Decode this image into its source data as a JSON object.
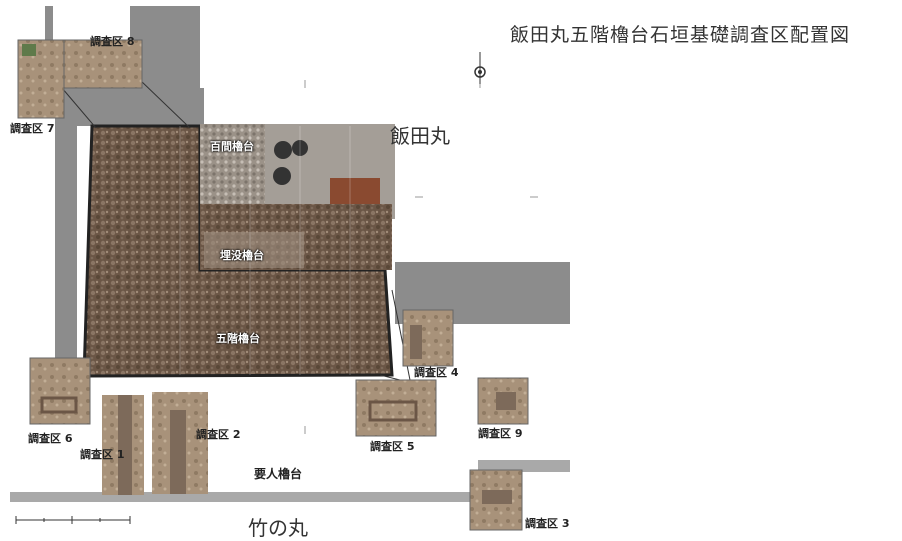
{
  "title": "飯田丸五階櫓台石垣基礎調査区配置図",
  "areas": {
    "iida_maru": "飯田丸",
    "take_no_maru": "竹の丸"
  },
  "turrets": {
    "hyakken": "百間櫓台",
    "maibotsu": "埋没櫓台",
    "gokai": "五階櫓台",
    "yojin": "要人櫓台"
  },
  "survey_areas": {
    "a1": "調査区 1",
    "a2": "調査区 2",
    "a3": "調査区 3",
    "a4": "調査区 4",
    "a5": "調査区 5",
    "a6": "調査区 6",
    "a7": "調査区 7",
    "a8": "調査区 8",
    "a9": "調査区 9"
  },
  "colors": {
    "wall_gray": "#8c8c8c",
    "stone_brown": "#6e5a48",
    "photo_tan": "#b09a80"
  },
  "icons": [
    "north-arrow-icon",
    "scale-bar-icon"
  ]
}
